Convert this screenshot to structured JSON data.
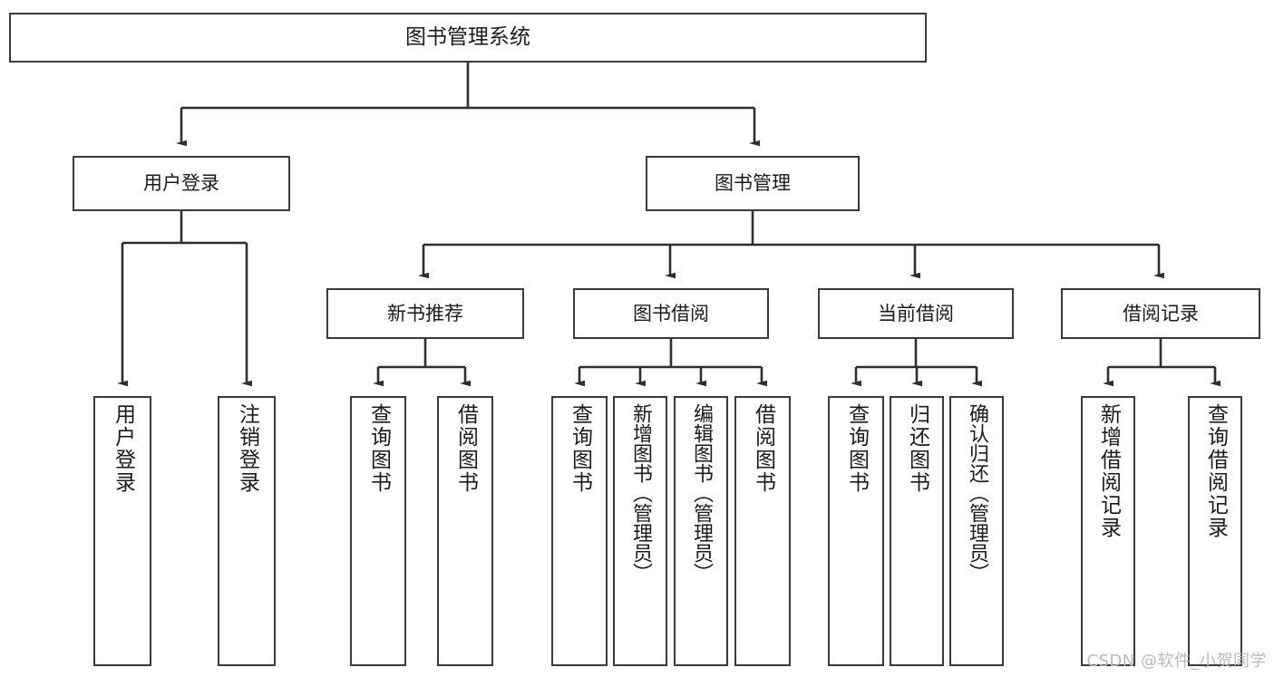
{
  "diagram": {
    "title": "图书管理系统",
    "type": "功能结构图",
    "watermark": "CSDN @软件_小贺同学",
    "root": {
      "label": "图书管理系统"
    },
    "level2": [
      {
        "id": "user-login",
        "label": "用户登录"
      },
      {
        "id": "book-manage",
        "label": "图书管理"
      }
    ],
    "level3": [
      {
        "id": "newbook",
        "label": "新书推荐"
      },
      {
        "id": "borrow",
        "label": "图书借阅"
      },
      {
        "id": "current",
        "label": "当前借阅"
      },
      {
        "id": "record",
        "label": "借阅记录"
      }
    ],
    "leaves": [
      {
        "id": "leaf-user-login",
        "parent": "user-login",
        "label": "用户登录"
      },
      {
        "id": "leaf-user-logout",
        "parent": "user-login",
        "label": "注销登录"
      },
      {
        "id": "leaf-query-book-1",
        "parent": "newbook",
        "label": "查询图书"
      },
      {
        "id": "leaf-borrow-book-1",
        "parent": "newbook",
        "label": "借阅图书"
      },
      {
        "id": "leaf-query-book-2",
        "parent": "borrow",
        "label": "查询图书"
      },
      {
        "id": "leaf-add-book",
        "parent": "borrow",
        "label": "新增图书（管理员）"
      },
      {
        "id": "leaf-edit-book",
        "parent": "borrow",
        "label": "编辑图书（管理员）"
      },
      {
        "id": "leaf-borrow-book-2",
        "parent": "borrow",
        "label": "借阅图书"
      },
      {
        "id": "leaf-query-book-3",
        "parent": "current",
        "label": "查询图书"
      },
      {
        "id": "leaf-return-book",
        "parent": "current",
        "label": "归还图书"
      },
      {
        "id": "leaf-confirm-return",
        "parent": "current",
        "label": "确认归还（管理员）"
      },
      {
        "id": "leaf-add-record",
        "parent": "record",
        "label": "新增借阅记录"
      },
      {
        "id": "leaf-query-record",
        "parent": "record",
        "label": "查询借阅记录"
      }
    ],
    "colors": {
      "stroke": "#3a3a3a",
      "text": "#1b1b1b",
      "background": "#ffffff",
      "watermark": "#b9b9b9"
    }
  }
}
